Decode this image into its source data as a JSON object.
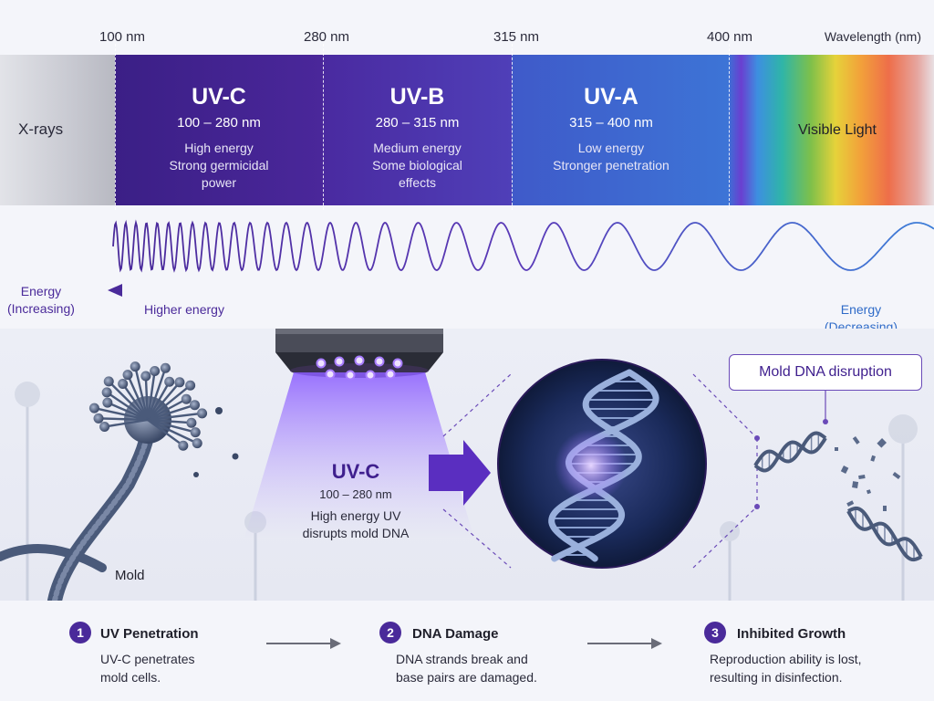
{
  "wavelength_axis": {
    "ticks": [
      "100 nm",
      "280 nm",
      "315 nm",
      "400 nm"
    ],
    "unit_label": "Wavelength (nm)"
  },
  "bands": {
    "xrays": "X-rays",
    "uvc": {
      "title": "UV-C",
      "range": "100 – 280 nm",
      "desc1": "High energy",
      "desc2": "Strong germicidal",
      "desc3": "power"
    },
    "uvb": {
      "title": "UV-B",
      "range": "280 – 315 nm",
      "desc1": "Medium energy",
      "desc2": "Some biological",
      "desc3": "effects"
    },
    "uva": {
      "title": "UV-A",
      "range": "315 – 400 nm",
      "desc1": "Low energy",
      "desc2": "Stronger penetration"
    },
    "visible": "Visible Light"
  },
  "energy": {
    "left_line1": "Energy",
    "left_line2": "(Increasing)",
    "arrow_label": "Higher energy",
    "right_line1": "Energy",
    "right_line2": "(Decreasing)"
  },
  "illustration": {
    "mold_label": "Mold",
    "lamp_title": "UV-C",
    "lamp_range": "100 – 280 nm",
    "lamp_desc1": "High energy UV",
    "lamp_desc2": "disrupts mold DNA",
    "callout": "Mold DNA disruption"
  },
  "steps": [
    {
      "num": "1",
      "title": "UV Penetration",
      "desc1": "UV-C penetrates",
      "desc2": "mold cells."
    },
    {
      "num": "2",
      "title": "DNA Damage",
      "desc1": "DNA strands break and",
      "desc2": "base pairs are damaged."
    },
    {
      "num": "3",
      "title": "Inhibited Growth",
      "desc1": "Reproduction ability is lost,",
      "desc2": "resulting in disinfection."
    }
  ],
  "colors": {
    "uvc": "#3f1f8e",
    "uvb": "#4f3fb8",
    "uva": "#3d74d6",
    "accent": "#4a2a9a",
    "decreasing": "#2f6bc8"
  }
}
